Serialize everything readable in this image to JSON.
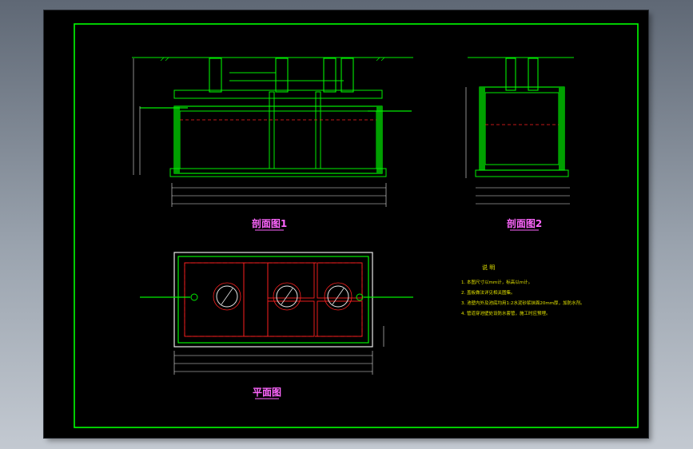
{
  "drawing": {
    "view_section1": "剖面图1",
    "view_section2": "剖面图2",
    "view_plan": "平面图",
    "notes_title": "说 明",
    "notes": [
      "1. 本图尺寸以mm计，标高以m计。",
      "2. 盖板做法详见相关图集。",
      "3. 池壁内外及池底均用1:2水泥砂浆抹面20mm厚，加防水剂。",
      "4. 管道穿池壁处设防水套管，施工时应预埋。"
    ]
  },
  "colors": {
    "background": "#000000",
    "frame": "#00ff00",
    "structure": "#00ee00",
    "hidden": "#ff2020",
    "dimension": "#e8e8e8",
    "title": "#ff66ff",
    "notes": "#e0e000",
    "pipe": "#00ffff"
  }
}
